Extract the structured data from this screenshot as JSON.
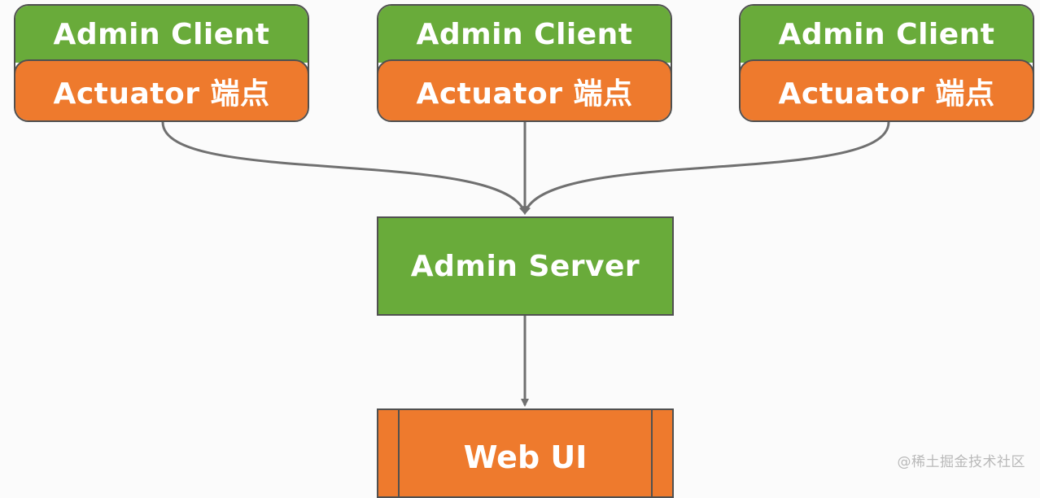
{
  "clients": [
    {
      "title": "Admin Client",
      "endpoint": "Actuator 端点"
    },
    {
      "title": "Admin Client",
      "endpoint": "Actuator 端点"
    },
    {
      "title": "Admin Client",
      "endpoint": "Actuator 端点"
    }
  ],
  "server": {
    "label": "Admin Server"
  },
  "webui": {
    "label": "Web UI"
  },
  "watermark": "@稀土掘金技术社区",
  "colors": {
    "green": "#69ab3a",
    "orange": "#ee7a2d",
    "border": "#505050",
    "connector": "#707070"
  }
}
